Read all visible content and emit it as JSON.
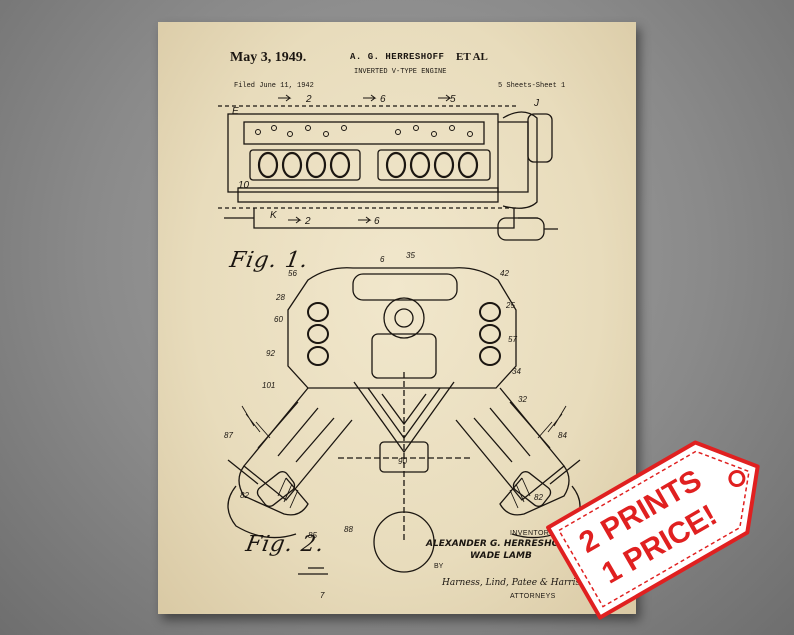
{
  "patent": {
    "date": "May 3, 1949.",
    "inventors_header": "A. G. HERRESHOFF",
    "et_al": "ET AL",
    "title": "INVERTED V-TYPE ENGINE",
    "filed": "Filed June 11, 1942",
    "sheets": "5 Sheets-Sheet 1",
    "fig1_label": "Fig. 1.",
    "fig2_label": "Fig. 2.",
    "inventors_label": "INVENTORS",
    "inventor_name_1": "ALEXANDER G. HERRESHOFF",
    "inventor_name_2": "WADE LAMB",
    "by_label": "BY",
    "signature": "Harness, Lind, Patee & Harris",
    "attorneys_label": "ATTORNEYS"
  },
  "price_tag": {
    "line1": "2 PRINTS",
    "line2": "1 PRICE!",
    "color": "#e02020"
  },
  "colors": {
    "background": "#8a8a8a",
    "paper": "#ecdfc0",
    "ink": "#1b1611"
  }
}
